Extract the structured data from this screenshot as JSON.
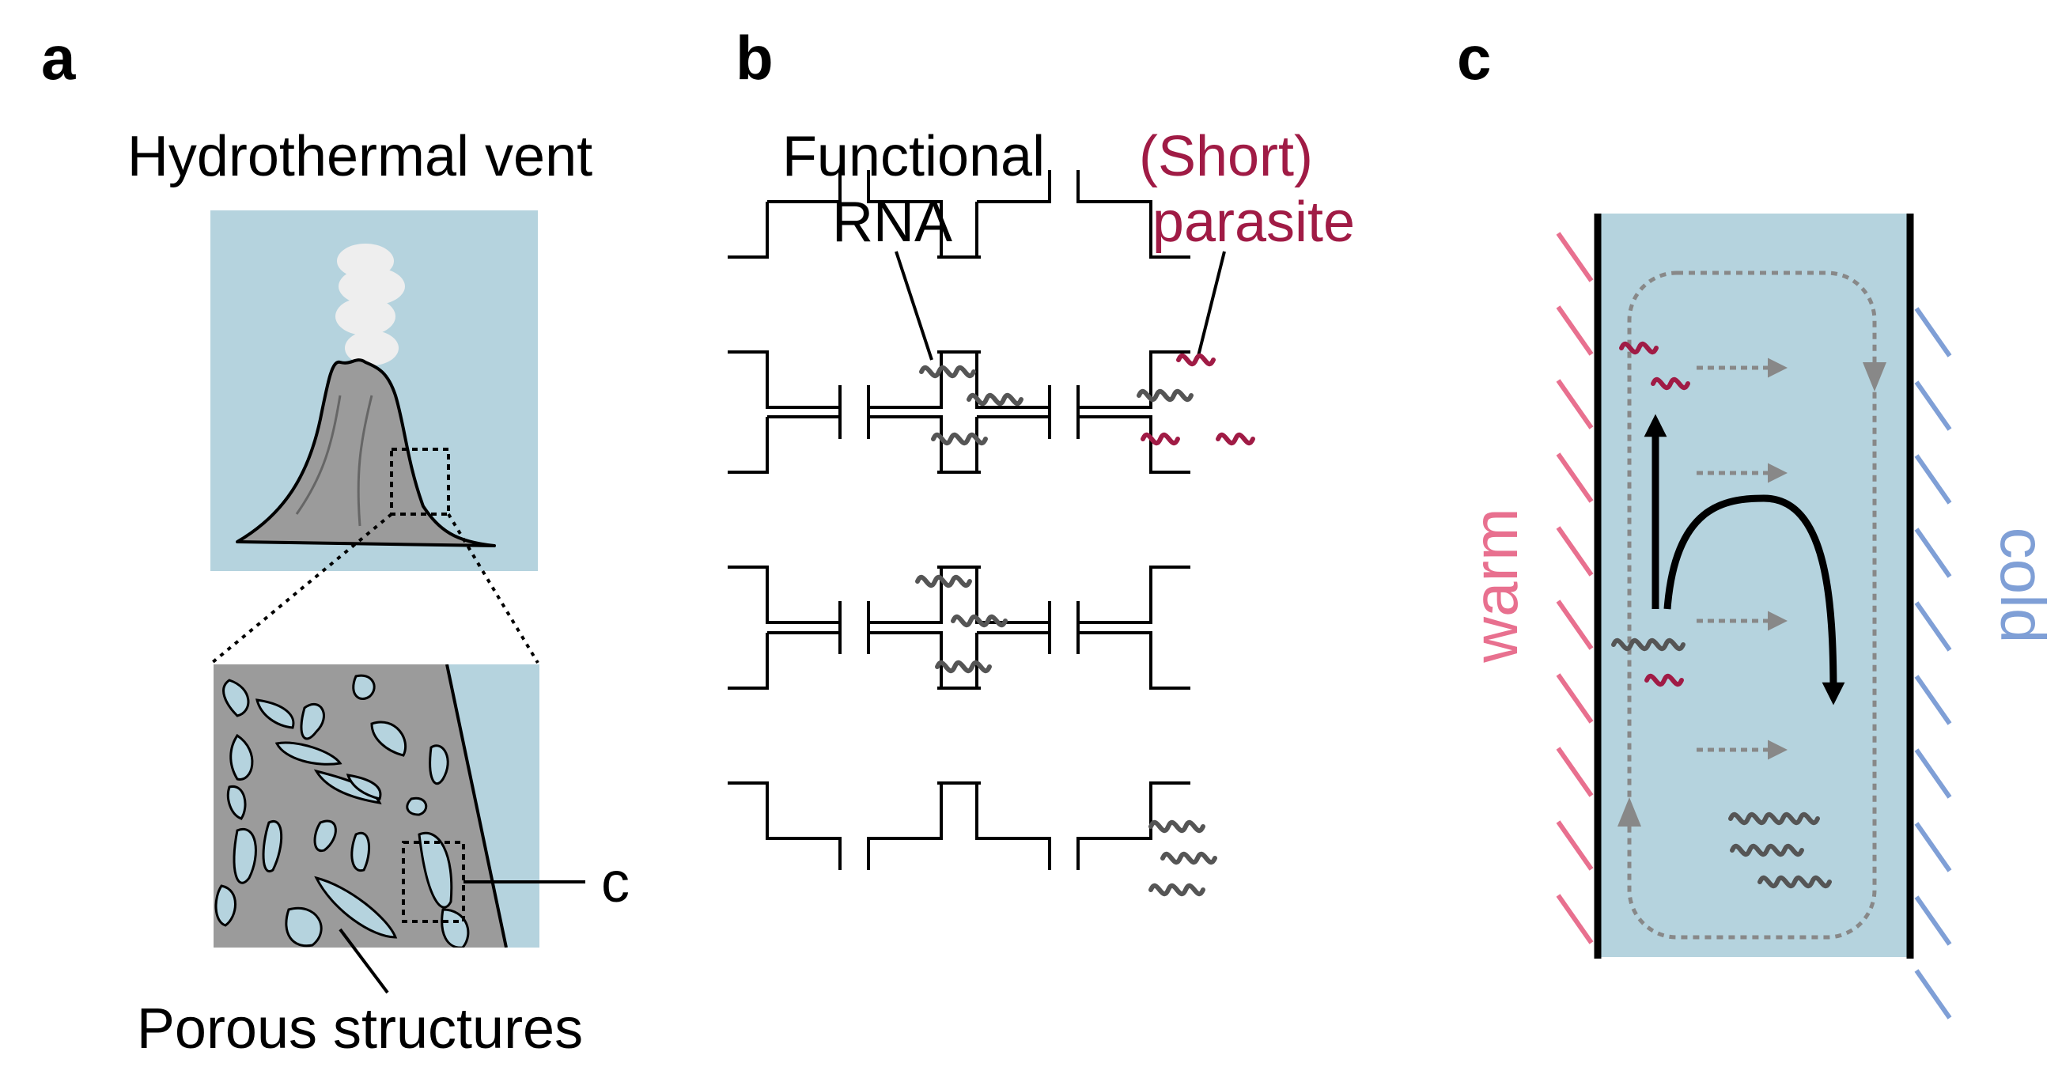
{
  "panels": {
    "a": {
      "letter": "a",
      "title": "Hydrothermal vent",
      "callout": "c",
      "bottom_label": "Porous structures"
    },
    "b": {
      "letter": "b",
      "label_functional_line1": "Functional",
      "label_functional_line2": "RNA",
      "label_parasite_line1": "(Short)",
      "label_parasite_line2": "parasite"
    },
    "c": {
      "letter": "c",
      "warm": "warm",
      "cold": "cold"
    }
  },
  "colors": {
    "water": "#b5d3de",
    "rock": "#9b9b9b",
    "rna": "#555555",
    "parasite": "#a01b45",
    "warm": "#e8708f",
    "cold": "#7f9fd6",
    "flow": "#888888",
    "smoke": "#eeeeee"
  }
}
